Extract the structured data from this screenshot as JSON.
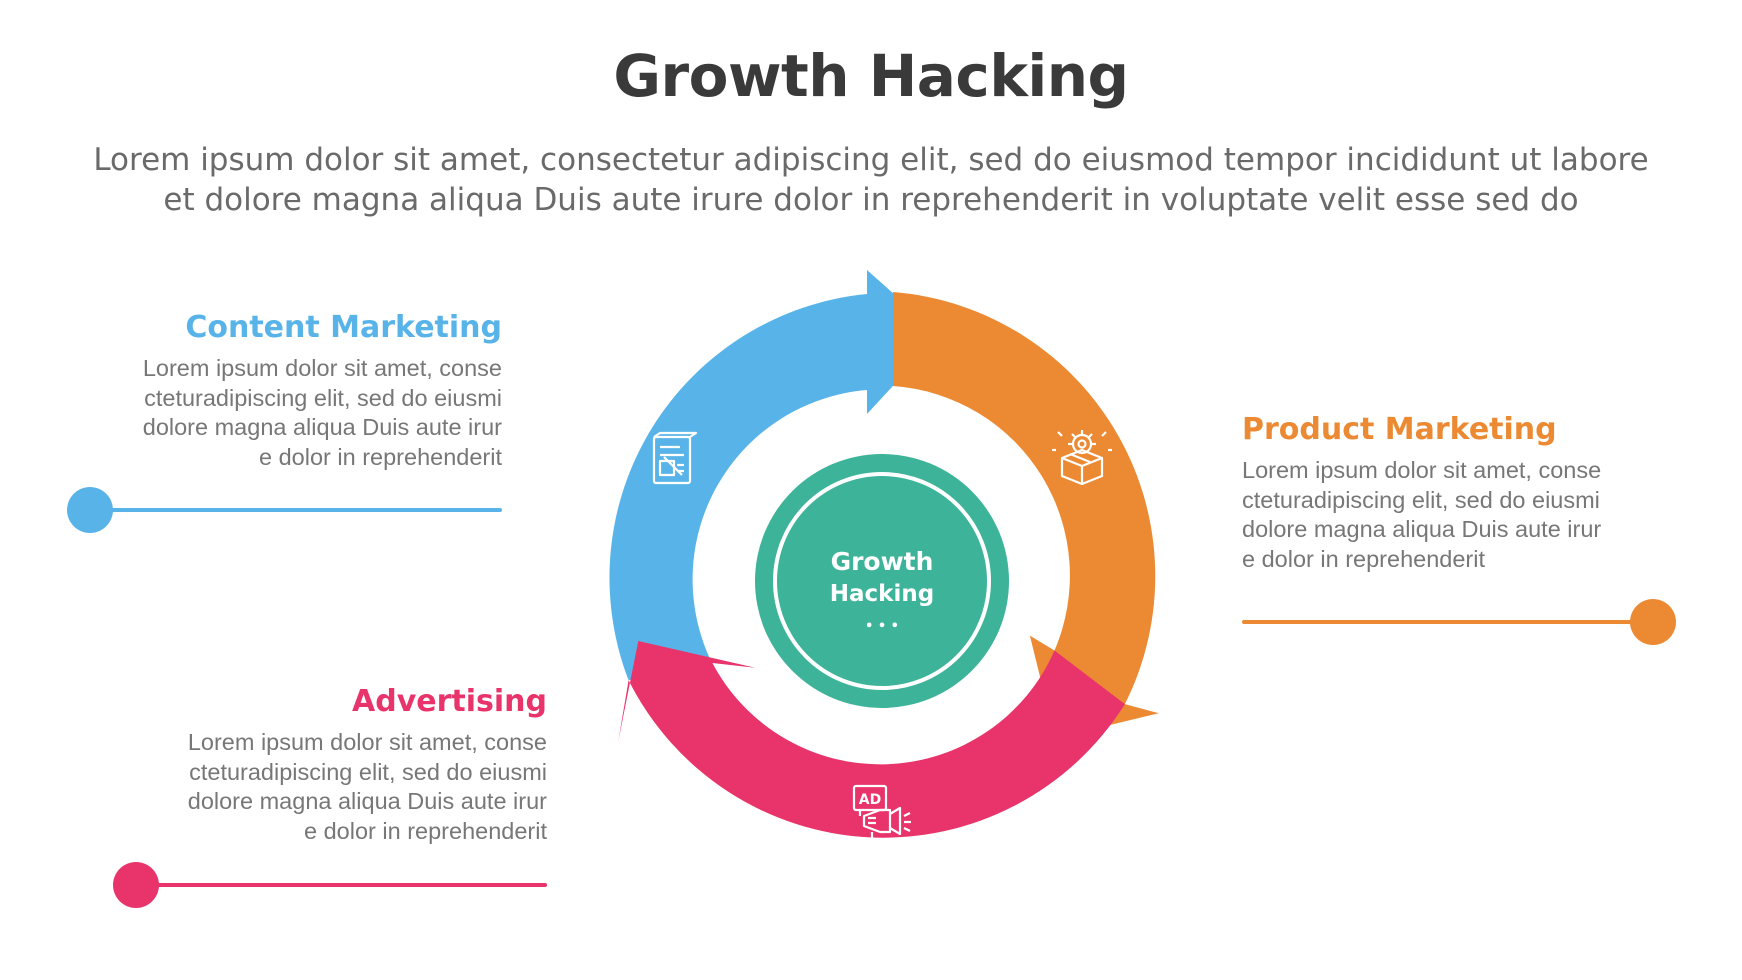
{
  "title": "Growth Hacking",
  "subtitle_lines": [
    "Lorem ipsum dolor sit amet, consectetur adipiscing elit, sed do eiusmod tempor incididunt ut labore",
    "et dolore magna aliqua Duis aute irure dolor in reprehenderit in voluptate velit esse sed do"
  ],
  "center": {
    "line1": "Growth",
    "line2": "Hacking",
    "dots": "• • •",
    "color": "#3db39a"
  },
  "sections": {
    "content_marketing": {
      "title": "Content Marketing",
      "body_lines": [
        "Lorem ipsum dolor sit amet, conse",
        "cteturadipiscing elit, sed do eiusmi",
        "dolore magna aliqua Duis aute irur",
        "e dolor in reprehenderit"
      ],
      "color": "#58b4e8",
      "icon": "blueprint-icon"
    },
    "product_marketing": {
      "title": "Product Marketing",
      "body_lines": [
        "Lorem ipsum dolor sit amet, conse",
        "cteturadipiscing elit, sed do eiusmi",
        "dolore magna aliqua Duis aute irur",
        "e dolor in reprehenderit"
      ],
      "color": "#ec8a33",
      "icon": "product-box-gear-icon"
    },
    "advertising": {
      "title": "Advertising",
      "body_lines": [
        "Lorem ipsum dolor sit amet, conse",
        "cteturadipiscing elit, sed do eiusmi",
        "dolore magna aliqua Duis aute irur",
        "e dolor in reprehenderit"
      ],
      "color": "#e8336b",
      "icon": "ad-megaphone-icon"
    }
  },
  "icon_label_ad": "AD"
}
